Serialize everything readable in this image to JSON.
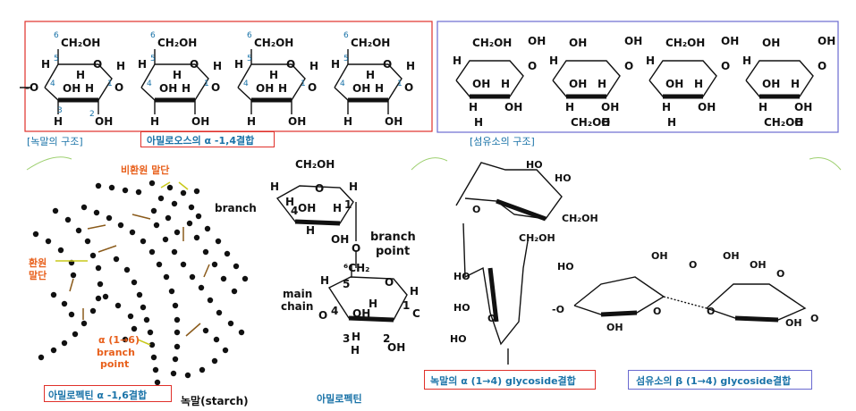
{
  "labels": {
    "starch_structure": "[녹말의 구조]",
    "amylose_bond": "아밀로오스의 α -1,4결합",
    "cellulose_structure": "[섬유소의 구조]",
    "nonreducing_end": "비환원 말단",
    "reducing_end_line1": "환원",
    "reducing_end_line2": "말단",
    "branch_point_alpha": "α (1→6)",
    "branch_point_word1": "branch",
    "branch_point_word2": "point",
    "amylopectin_bond": "아밀로펙틴 α -1,6결합",
    "starch": "녹말(starch)",
    "amylopectin": "아밀로펙틴",
    "branch": "branch",
    "branch_point_title1": "branch",
    "branch_point_title2": "point",
    "main_chain1": "main",
    "main_chain2": "chain",
    "starch_glycoside": "녹말의 α (1→4) glycoside결합",
    "cellulose_glycoside": "섬유소의 β (1→4) glycoside결합"
  },
  "colors": {
    "red_box": "#e0302a",
    "blue_box": "#6a6ad0",
    "blue_text": "#1a73a8",
    "orange_text": "#e8601c",
    "arrow_brown": "#8a5a1a",
    "arrow_yellow": "#c8c81a"
  }
}
